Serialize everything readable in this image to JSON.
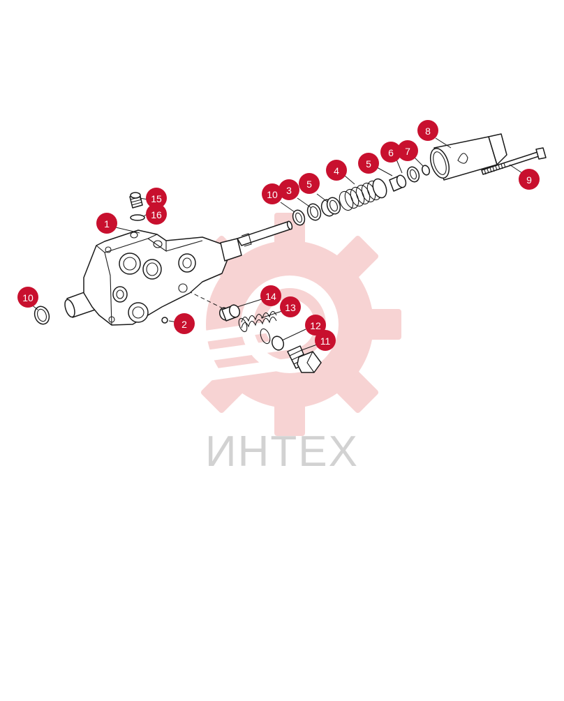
{
  "watermark": {
    "text": "ИНТЕХ",
    "gear_color": "#f5c9c9"
  },
  "callout_color": "#c8102e",
  "callouts": [
    {
      "label": "1"
    },
    {
      "label": "2"
    },
    {
      "label": "3"
    },
    {
      "label": "4"
    },
    {
      "label": "5"
    },
    {
      "label": "5"
    },
    {
      "label": "6"
    },
    {
      "label": "7"
    },
    {
      "label": "8"
    },
    {
      "label": "9"
    },
    {
      "label": "10"
    },
    {
      "label": "10"
    },
    {
      "label": "11"
    },
    {
      "label": "12"
    },
    {
      "label": "13"
    },
    {
      "label": "14"
    },
    {
      "label": "15"
    },
    {
      "label": "16"
    }
  ]
}
